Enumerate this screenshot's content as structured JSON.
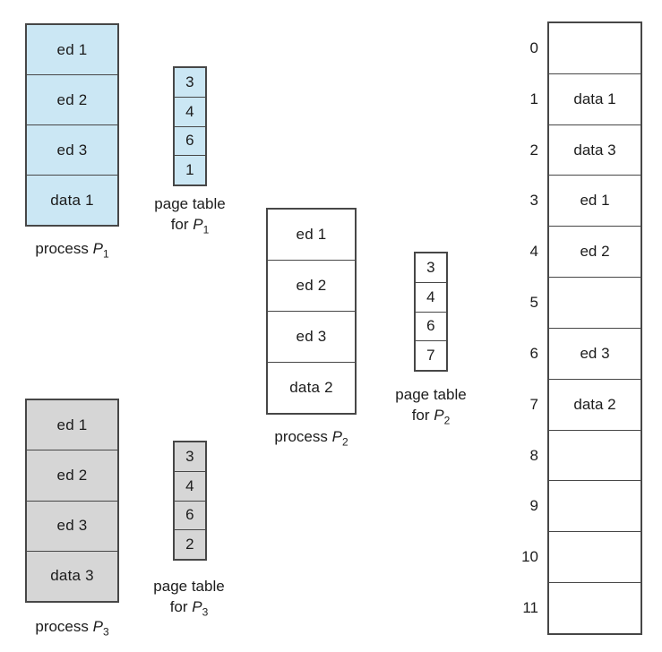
{
  "colors": {
    "p1_fill": "#cbe7f4",
    "p2_fill": "#ffffff",
    "p3_fill": "#d6d6d6",
    "line": "#474747"
  },
  "process_p1": {
    "rows": [
      "ed 1",
      "ed 2",
      "ed 3",
      "data 1"
    ],
    "label": {
      "prefix": "process ",
      "symbol": "P",
      "sub": "1"
    }
  },
  "page_table_p1": {
    "rows": [
      "3",
      "4",
      "6",
      "1"
    ],
    "label": {
      "line1": "page table",
      "line2_prefix": "for ",
      "symbol": "P",
      "sub": "1"
    }
  },
  "process_p2": {
    "rows": [
      "ed 1",
      "ed 2",
      "ed 3",
      "data 2"
    ],
    "label": {
      "prefix": "process ",
      "symbol": "P",
      "sub": "2"
    }
  },
  "page_table_p2": {
    "rows": [
      "3",
      "4",
      "6",
      "7"
    ],
    "label": {
      "line1": "page table",
      "line2_prefix": "for ",
      "symbol": "P",
      "sub": "2"
    }
  },
  "process_p3": {
    "rows": [
      "ed 1",
      "ed 2",
      "ed 3",
      "data 3"
    ],
    "label": {
      "prefix": "process ",
      "symbol": "P",
      "sub": "3"
    }
  },
  "page_table_p3": {
    "rows": [
      "3",
      "4",
      "6",
      "2"
    ],
    "label": {
      "line1": "page table",
      "line2_prefix": "for ",
      "symbol": "P",
      "sub": "3"
    }
  },
  "physical_memory": {
    "frames": [
      {
        "num": "0",
        "content": ""
      },
      {
        "num": "1",
        "content": "data 1"
      },
      {
        "num": "2",
        "content": "data 3"
      },
      {
        "num": "3",
        "content": "ed 1"
      },
      {
        "num": "4",
        "content": "ed 2"
      },
      {
        "num": "5",
        "content": ""
      },
      {
        "num": "6",
        "content": "ed 3"
      },
      {
        "num": "7",
        "content": "data 2"
      },
      {
        "num": "8",
        "content": ""
      },
      {
        "num": "9",
        "content": ""
      },
      {
        "num": "10",
        "content": ""
      },
      {
        "num": "11",
        "content": ""
      }
    ]
  }
}
